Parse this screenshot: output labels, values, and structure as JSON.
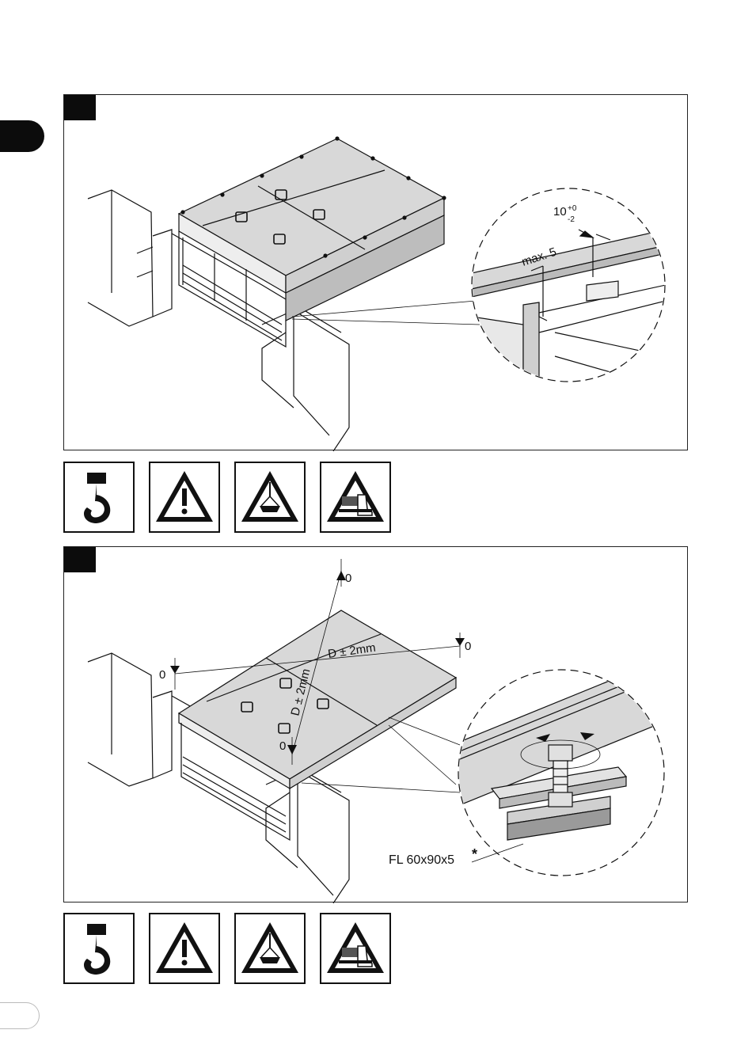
{
  "colors": {
    "ink": "#111111",
    "plate_fill": "#d8d8d8",
    "background": "#ffffff"
  },
  "step1": {
    "detail": {
      "gap_label": "max. 5",
      "tolerance_base": "10",
      "tolerance_plus": "+0",
      "tolerance_minus": "-2"
    }
  },
  "step2": {
    "level_marks": [
      "0",
      "0",
      "0",
      "0"
    ],
    "diagonal_label_1": "D ± 2mm",
    "diagonal_label_2": "D ± 2mm",
    "plate_label": "FL 60x90x5",
    "plate_note": "*"
  },
  "icons": [
    "crane-hook-icon",
    "general-warning-icon",
    "suspended-load-warning-icon",
    "crush-hazard-warning-icon"
  ]
}
